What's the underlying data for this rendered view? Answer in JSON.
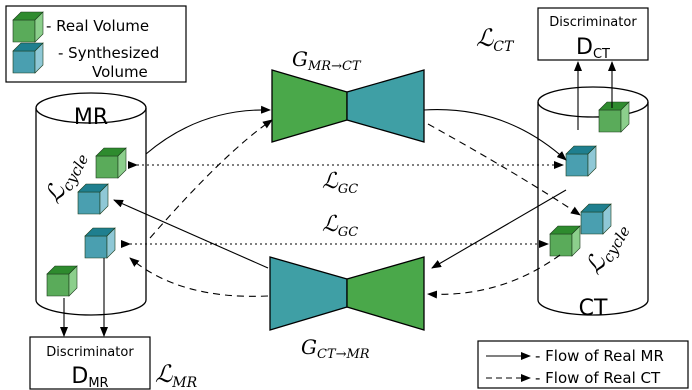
{
  "colors": {
    "real_front": "#5aab5a",
    "real_top": "#2e8b2e",
    "real_side": "#8ccf8c",
    "synth_front": "#4a9fb0",
    "synth_top": "#1f7f8f",
    "synth_side": "#8fc8d6",
    "gen_green": "#4aa84a",
    "gen_teal": "#3f9fa5",
    "stroke": "#000000"
  },
  "legend_top": {
    "real_label": "- Real Volume",
    "synth_label_1": "- Synthesized",
    "synth_label_2": "Volume"
  },
  "legend_bottom": {
    "real_flow": "- Flow of Real MR",
    "ct_flow": "- Flow of Real CT"
  },
  "domains": {
    "mr": "MR",
    "ct": "CT"
  },
  "generators": {
    "mr_to_ct": {
      "main": "G",
      "sub": "MR→CT"
    },
    "ct_to_mr": {
      "main": "G",
      "sub": "CT→MR"
    }
  },
  "discriminators": {
    "ct": {
      "title": "Discriminator",
      "main": "D",
      "sub": "CT"
    },
    "mr": {
      "title": "Discriminator",
      "main": "D",
      "sub": "MR"
    }
  },
  "losses": {
    "l_ct": {
      "main": "ℒ",
      "sub": "CT"
    },
    "l_mr": {
      "main": "ℒ",
      "sub": "MR"
    },
    "l_gc_top": {
      "main": "ℒ",
      "sub": "GC"
    },
    "l_gc_bottom": {
      "main": "ℒ",
      "sub": "GC"
    },
    "l_cycle_left": {
      "main": "ℒ",
      "sub": "cycle"
    },
    "l_cycle_right": {
      "main": "ℒ",
      "sub": "cycle"
    }
  }
}
